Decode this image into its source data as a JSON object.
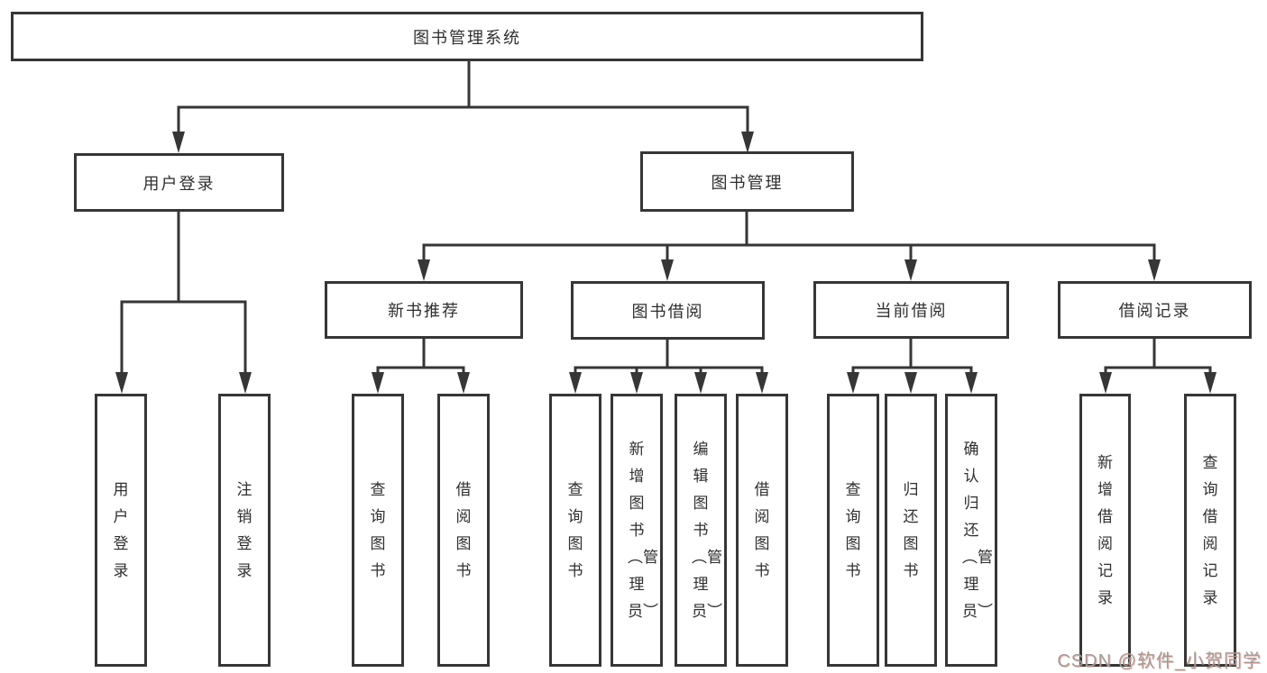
{
  "diagram": {
    "root": {
      "label": "图书管理系统"
    },
    "level2": {
      "user_login": "用户登录",
      "book_mgmt": "图书管理"
    },
    "level3": {
      "new_book": "新书推荐",
      "book_borrow": "图书借阅",
      "current_borrow": "当前借阅",
      "borrow_records": "借阅记录"
    },
    "leaves": {
      "user_login": [
        "用户登录",
        "注销登录"
      ],
      "new_book": [
        "查询图书",
        "借阅图书"
      ],
      "book_borrow": [
        "查询图书",
        "新增图书︵管理员︶",
        "编辑图书︵管理员︶",
        "借阅图书"
      ],
      "current_borrow": [
        "查询图书",
        "归还图书",
        "确认归还︵管理员︶"
      ],
      "borrow_records": [
        "新增借阅记录",
        "查询借阅记录"
      ]
    }
  },
  "watermark": "CSDN @软件_小贺同学",
  "colors": {
    "line": "#363636",
    "text": "#2f2f2f",
    "watermark": "#a19b9b",
    "background": "#ffffff"
  }
}
